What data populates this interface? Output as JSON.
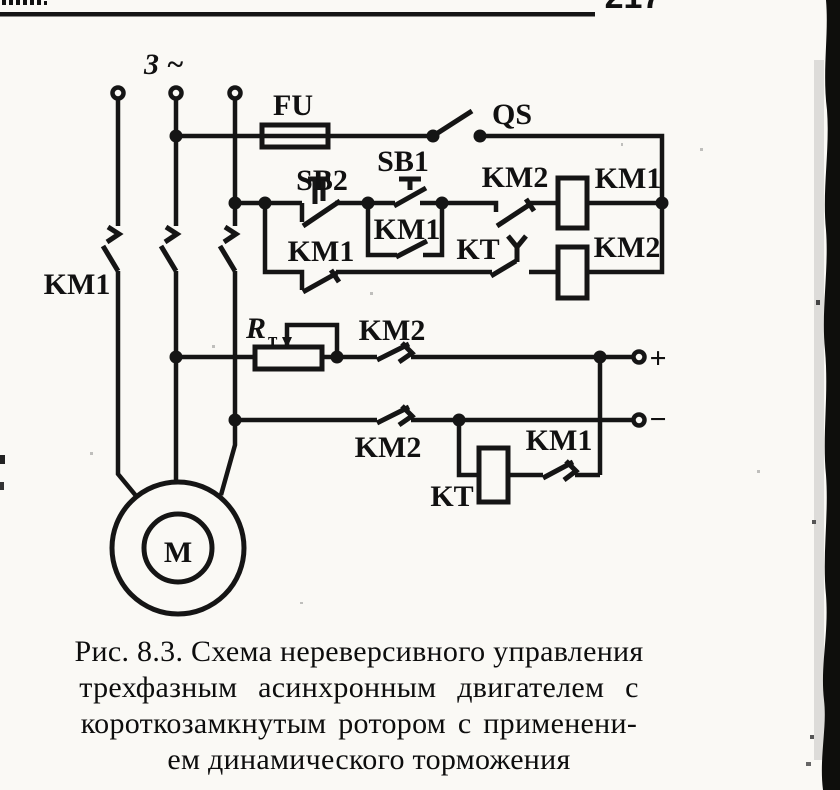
{
  "page": {
    "number": "217",
    "caption": {
      "line1": "Рис. 8.3. Схема нереверсивного управления",
      "line2": "трехфазным асинхронным двигателем с",
      "line3": "короткозамкнутым ротором с применени-",
      "line4": "ем динамического торможения"
    }
  },
  "schematic": {
    "supply_label": "3 ~",
    "fuse": "FU",
    "disconnect_switch": "QS",
    "stop_button": "SB2",
    "start_button": "SB1",
    "contactor_main": "KM1",
    "brake_contactor": "KM2",
    "time_relay": "KT",
    "brake_resistor": "R",
    "brake_resistor_sub": "т",
    "dc_plus": "+",
    "dc_minus": "−",
    "motor": "М"
  },
  "colors": {
    "ink": "#151515",
    "paper": "#faf9f5",
    "book_edge": "#0e0e0c"
  }
}
